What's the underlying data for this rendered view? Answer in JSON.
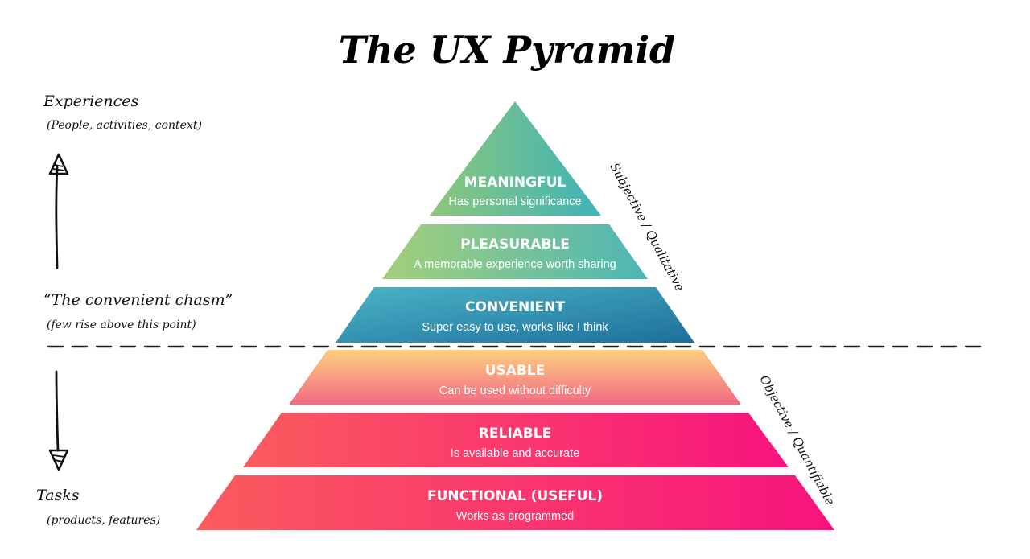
{
  "title": "The UX Pyramid",
  "left_labels": {
    "top": {
      "main": "Experiences",
      "sub": "(People, activities, context)"
    },
    "middle": {
      "main": "“The convenient chasm”",
      "sub": "(few rise above this point)"
    },
    "bottom": {
      "main": "Tasks",
      "sub": "(products, features)"
    }
  },
  "side_labels": {
    "upper": "Subjective / Qualitative",
    "lower": "Objective / Quantifiable"
  },
  "layers": [
    {
      "name": "MEANINGFUL",
      "desc": "Has personal significance",
      "colors": [
        "#8cc77b",
        "#3fb3b8"
      ]
    },
    {
      "name": "PLEASURABLE",
      "desc": "A memorable experience worth sharing",
      "colors": [
        "#a4cf7a",
        "#4cb6b5"
      ]
    },
    {
      "name": "CONVENIENT",
      "desc": "Super easy to use, works like I think",
      "colors": [
        "#4bb4c8",
        "#1e6f9a"
      ]
    },
    {
      "name": "USABLE",
      "desc": "Can be used without difficulty",
      "colors": [
        "#fccf7e",
        "#f36a84"
      ]
    },
    {
      "name": "RELIABLE",
      "desc": "Is available and accurate",
      "colors": [
        "#fb5b5e",
        "#f8137e"
      ]
    },
    {
      "name": "FUNCTIONAL (USEFUL)",
      "desc": "Works as programmed",
      "colors": [
        "#fb5b5e",
        "#f8137e"
      ]
    }
  ]
}
